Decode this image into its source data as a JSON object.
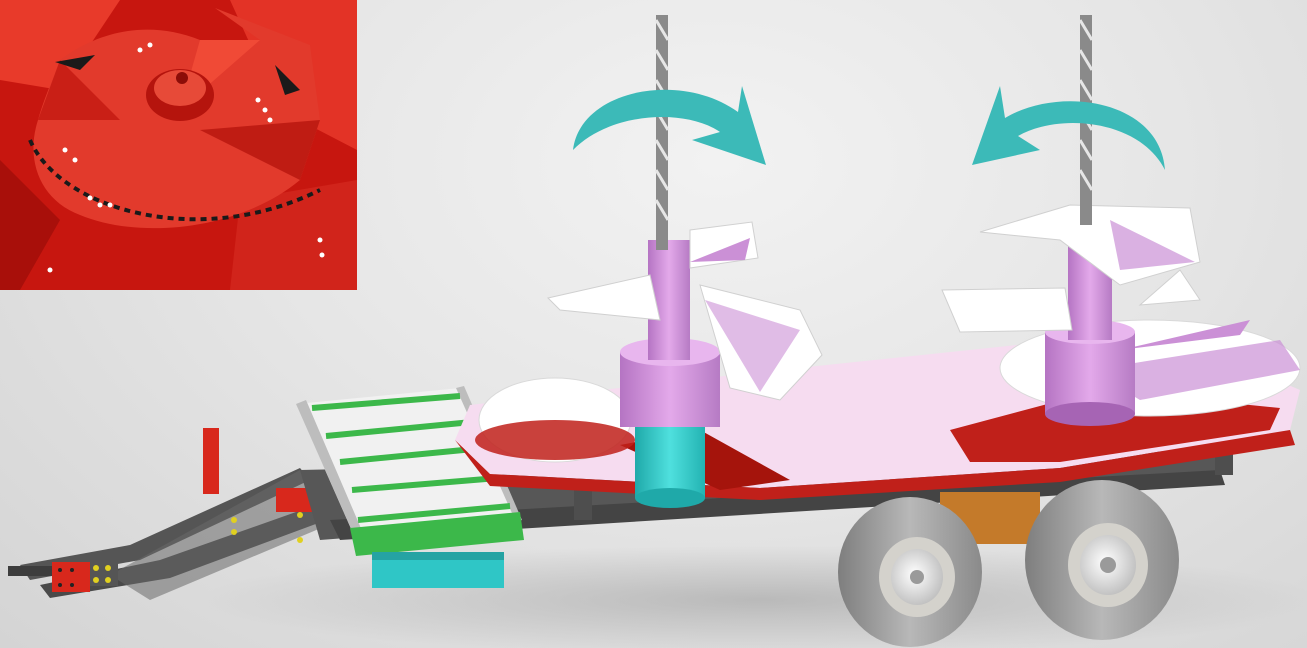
{
  "image": {
    "description_tags": [
      "spreader-render",
      "rotor-closeup-photo"
    ],
    "colors": {
      "background": "#e4e4e4",
      "rotor_red": "#d8281c",
      "rotor_dark_red": "#a5140c",
      "arrow_teal": "#3cbab8",
      "rotor_pink": "#f6dcf0",
      "rotor_purple": "#c98fd2",
      "gearbox_cyan": "#2fc6c6",
      "conveyor_green": "#3cb84a",
      "frame_grey": "#4e4e4e",
      "tire_grey": "#9c9c9c",
      "bolt_yellow": "#e0d020"
    },
    "rotation": {
      "left_rotor": "clockwise",
      "right_rotor": "counter-clockwise"
    }
  }
}
